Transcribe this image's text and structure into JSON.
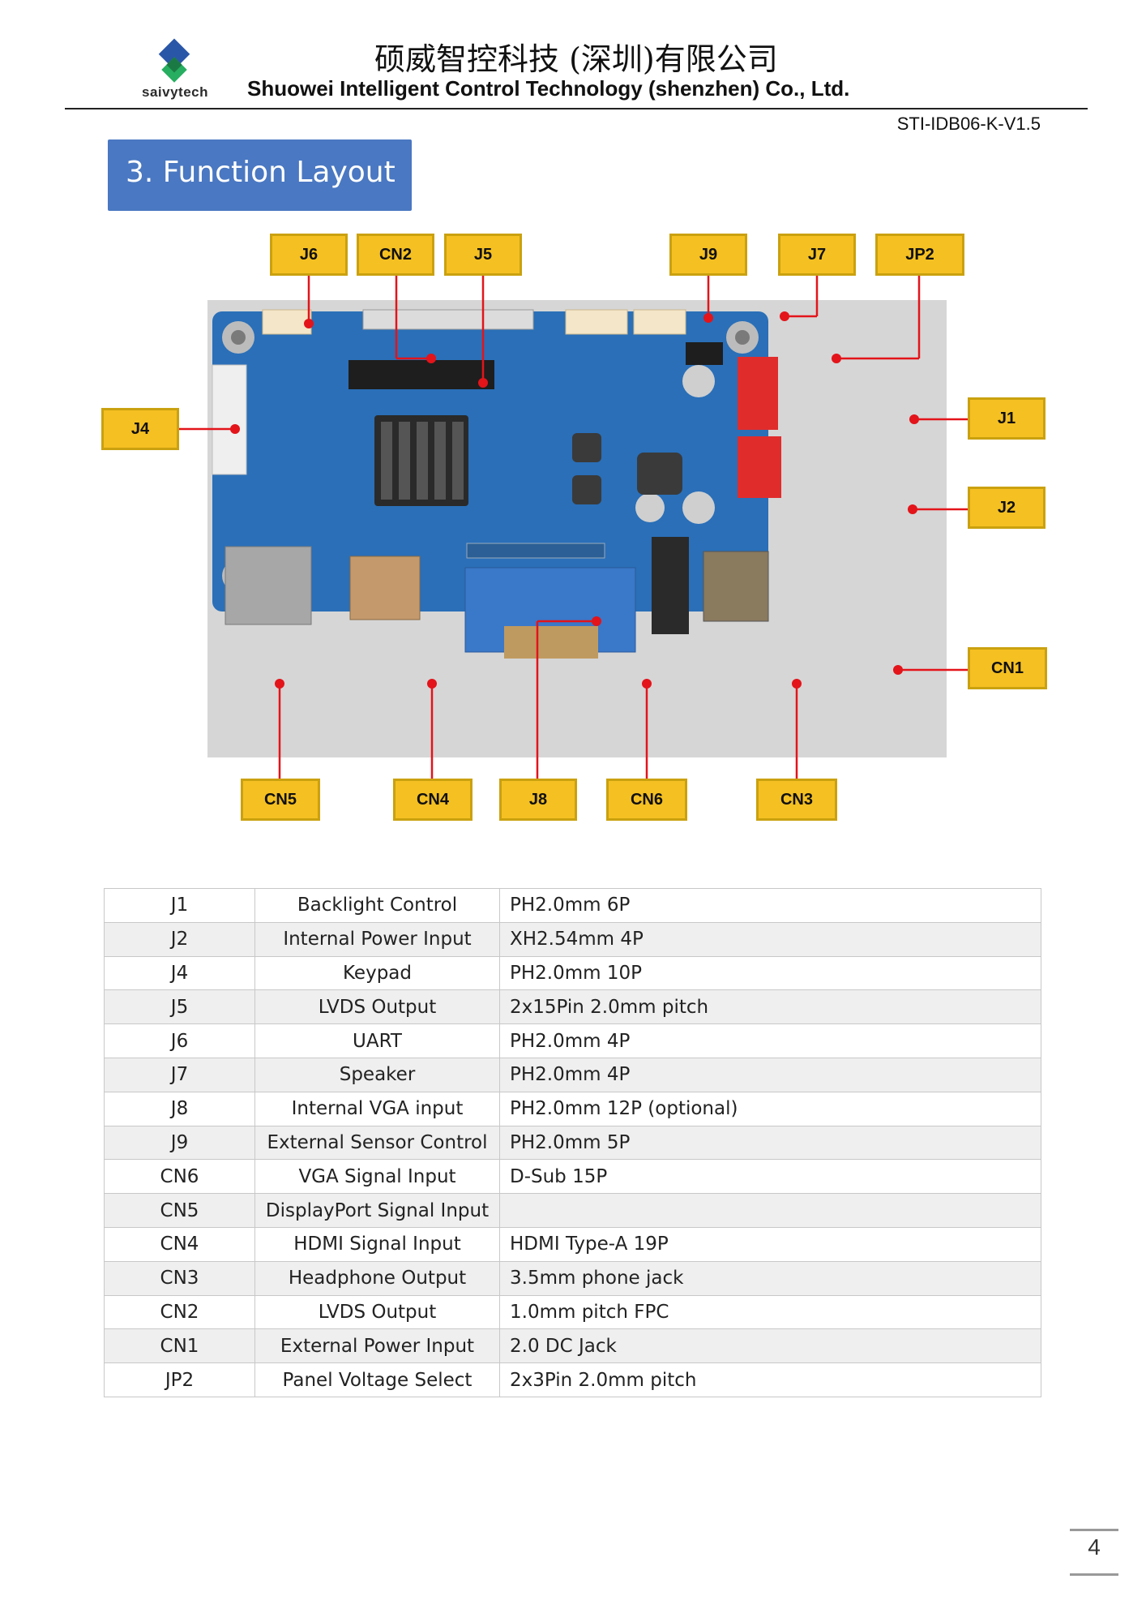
{
  "header": {
    "logo_text": "saivytech",
    "company_cn": "硕威智控科技 (深圳)有限公司",
    "company_en": "Shuowei Intelligent Control Technology (shenzhen) Co., Ltd.",
    "doc_code": "STI-IDB06-K-V1.5"
  },
  "section": {
    "title": "3. Function Layout"
  },
  "callouts": {
    "top": [
      "J6",
      "CN2",
      "J5",
      "J9",
      "J7",
      "JP2"
    ],
    "left": [
      "J4"
    ],
    "right": [
      "J1",
      "J2",
      "CN1"
    ],
    "bottom": [
      "CN5",
      "CN4",
      "J8",
      "CN6",
      "CN3"
    ]
  },
  "connectors": [
    [
      "J1",
      "Backlight Control",
      "PH2.0mm 6P"
    ],
    [
      "J2",
      "Internal Power Input",
      "XH2.54mm 4P"
    ],
    [
      "J4",
      "Keypad",
      "PH2.0mm 10P"
    ],
    [
      "J5",
      "LVDS Output",
      "2x15Pin 2.0mm pitch"
    ],
    [
      "J6",
      "UART",
      "PH2.0mm 4P"
    ],
    [
      "J7",
      "Speaker",
      "PH2.0mm 4P"
    ],
    [
      "J8",
      "Internal VGA input",
      "PH2.0mm 12P (optional)"
    ],
    [
      "J9",
      "External Sensor Control",
      "PH2.0mm 5P"
    ],
    [
      "CN6",
      "VGA Signal Input",
      "D-Sub 15P"
    ],
    [
      "CN5",
      "DisplayPort Signal Input",
      ""
    ],
    [
      "CN4",
      "HDMI Signal Input",
      "HDMI Type-A 19P"
    ],
    [
      "CN3",
      "Headphone Output",
      "3.5mm phone jack"
    ],
    [
      "CN2",
      "LVDS Output",
      "1.0mm pitch FPC"
    ],
    [
      "CN1",
      "External Power Input",
      "2.0 DC Jack"
    ],
    [
      "JP2",
      "Panel Voltage Select",
      "2x3Pin 2.0mm pitch"
    ]
  ],
  "footer": {
    "page_number": "4"
  }
}
